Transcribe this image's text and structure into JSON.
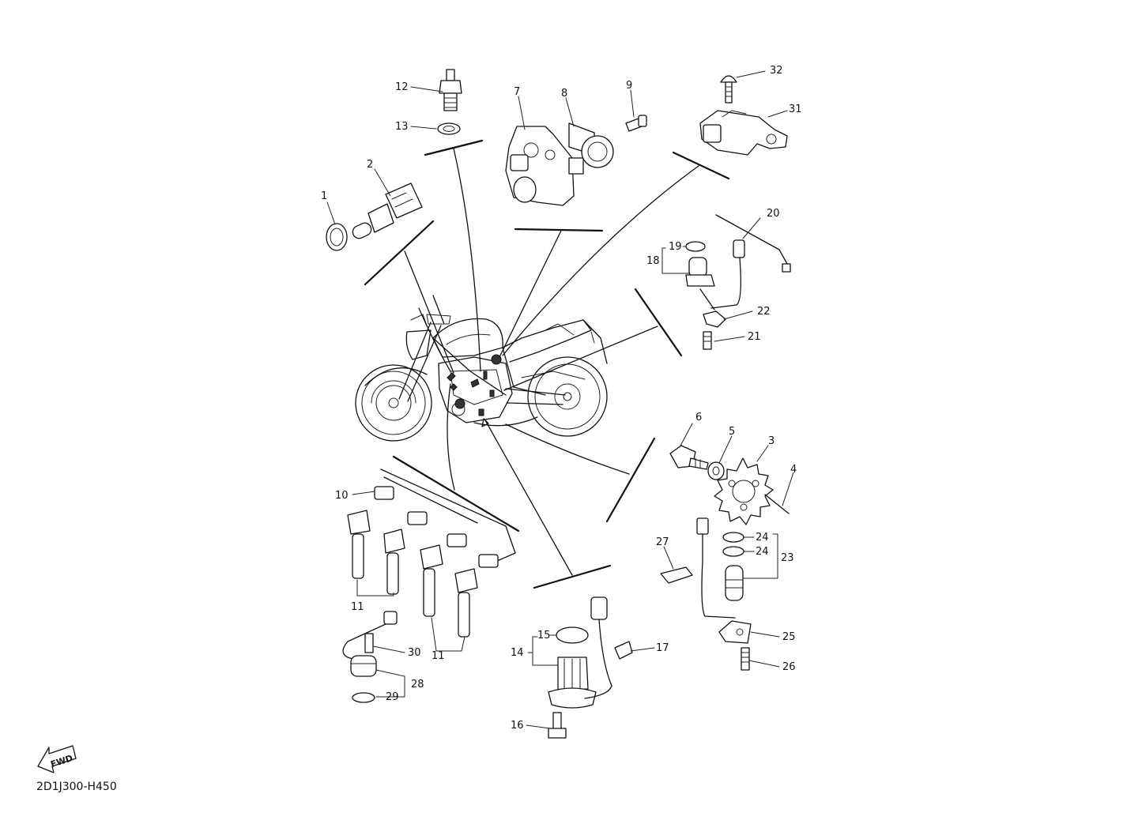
{
  "diagram_code": "2D1J300-H450",
  "fwd_label": "FWD",
  "callouts": {
    "c1": "1",
    "c2": "2",
    "c3": "3",
    "c4": "4",
    "c5": "5",
    "c6": "6",
    "c7": "7",
    "c8": "8",
    "c9": "9",
    "c10": "10",
    "c11a": "11",
    "c11b": "11",
    "c12": "12",
    "c13": "13",
    "c14": "14",
    "c15": "15",
    "c16": "16",
    "c17": "17",
    "c18": "18",
    "c19": "19",
    "c20": "20",
    "c21": "21",
    "c22": "22",
    "c23": "23",
    "c24a": "24",
    "c24b": "24",
    "c25": "25",
    "c26": "26",
    "c27": "27",
    "c28": "28",
    "c29": "29",
    "c30": "30",
    "c31": "31",
    "c32": "32"
  }
}
